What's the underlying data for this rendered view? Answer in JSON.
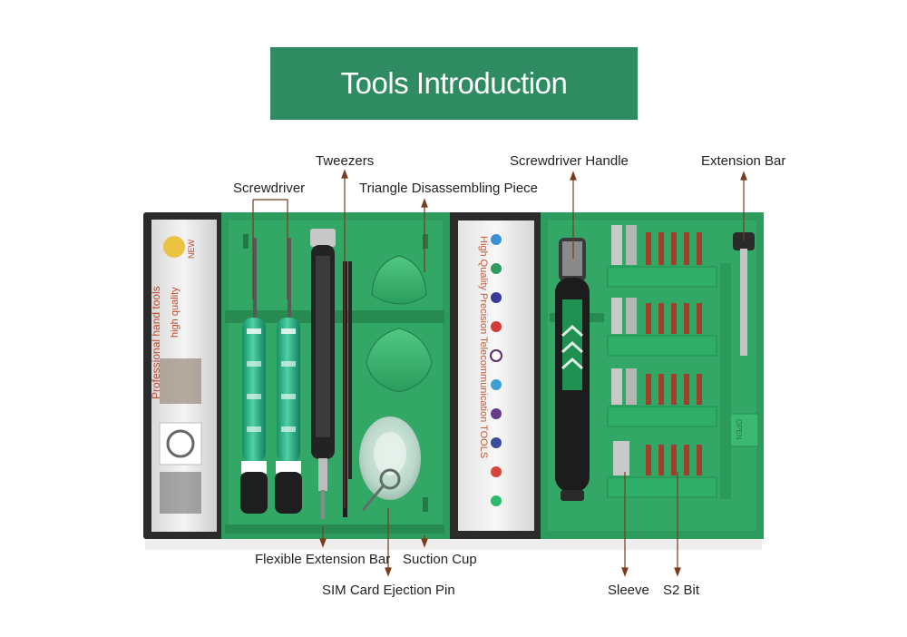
{
  "title": "Tools Introduction",
  "labels": {
    "tweezers": "Tweezers",
    "screwdriver": "Screwdriver",
    "triangle": "Triangle Disassembling Piece",
    "handle": "Screwdriver Handle",
    "extension_bar": "Extension Bar",
    "flexible_bar": "Flexible Extension Bar",
    "suction_cup": "Suction Cup",
    "sim_pin": "SIM Card Ejection Pin",
    "sleeve": "Sleeve",
    "s2_bit": "S2 Bit"
  },
  "case_text": {
    "left_panel_line1": "Professional hand tools",
    "left_panel_line2": "high quality",
    "new_badge": "NEW",
    "middle_panel": "High Quality Precision Telecommunication TOOLS",
    "open_tab": "OPEN"
  },
  "colors": {
    "banner": "#2e8b62",
    "case_green": "#2e9b5e",
    "handle_teal": "#2ab38a",
    "bit_red": "#a0402c"
  }
}
